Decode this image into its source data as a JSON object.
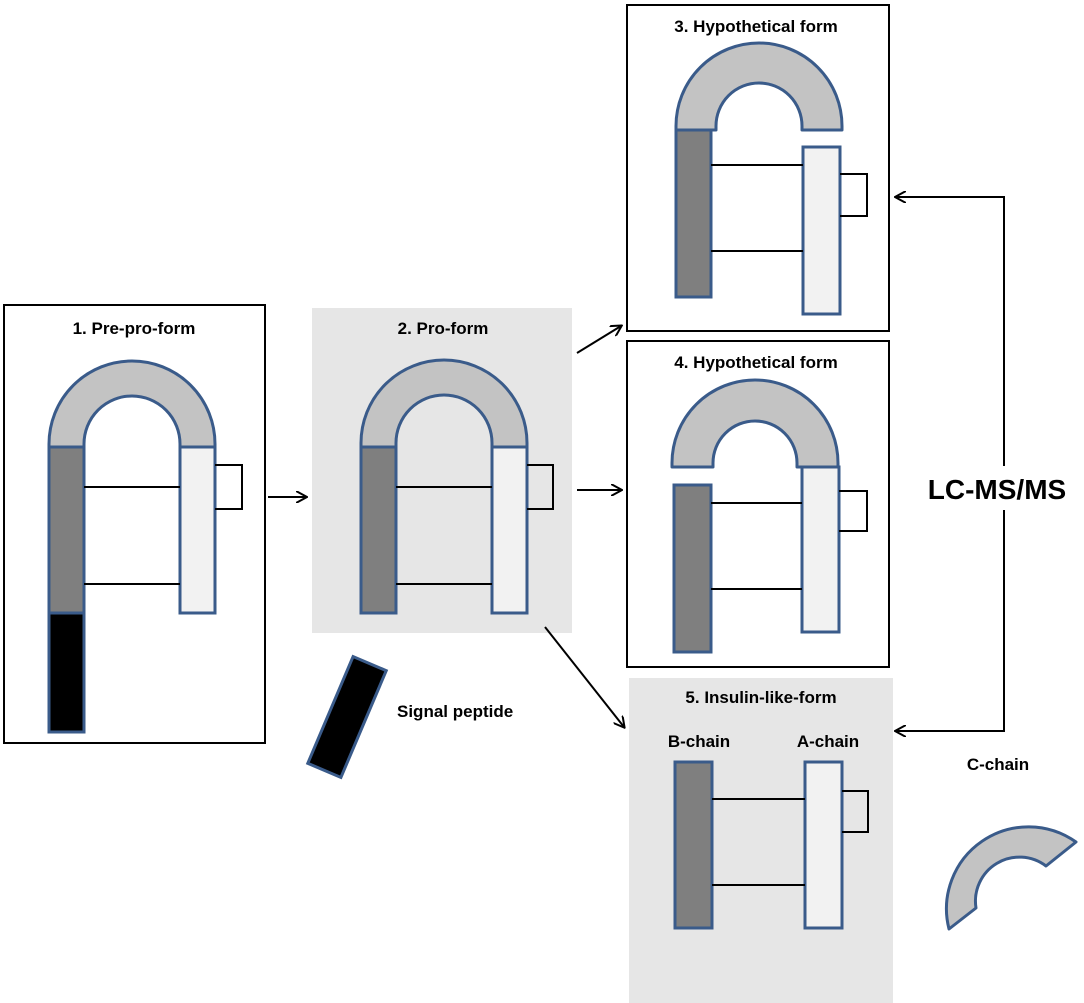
{
  "panels": {
    "pre_pro_form": {
      "title": "1. Pre-pro-form"
    },
    "pro_form": {
      "title": "2. Pro-form"
    },
    "hypothetical_1": {
      "title": "3. Hypothetical form"
    },
    "hypothetical_2": {
      "title": "4. Hypothetical form"
    },
    "insulin_like": {
      "title": "5. Insulin-like-form",
      "b_chain_label": "B-chain",
      "a_chain_label": "A-chain"
    }
  },
  "labels": {
    "signal_peptide": "Signal peptide",
    "c_chain": "C-chain",
    "method": "LC-MS/MS"
  },
  "colors": {
    "outline": "#3a5b8a",
    "c_chain": "#c3c3c3",
    "b_chain": "#7f7f7f",
    "a_chain": "#f2f2f2",
    "signal_peptide": "#000000",
    "panel_gray": "#e6e6e6"
  }
}
